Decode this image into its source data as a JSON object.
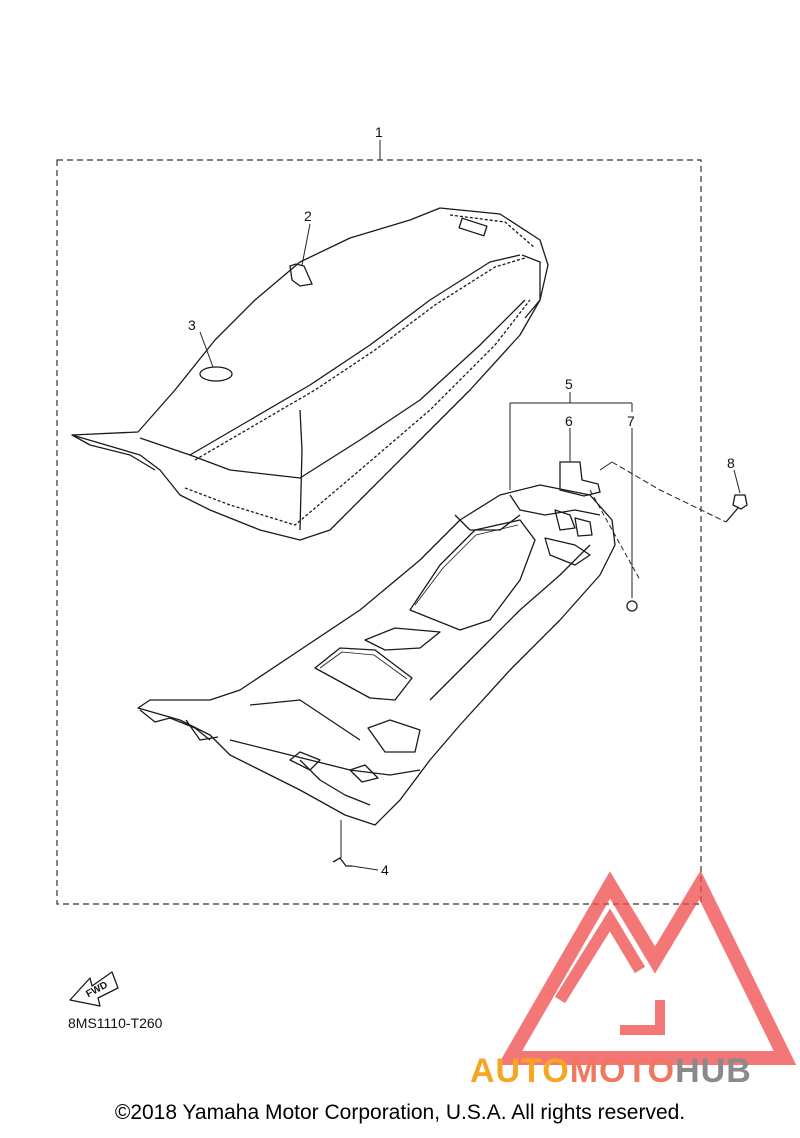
{
  "callouts": {
    "c1": "1",
    "c2": "2",
    "c3": "3",
    "c4": "4",
    "c5": "5",
    "c6": "6",
    "c7": "7",
    "c8": "8"
  },
  "fwd_label": "FWD",
  "diagram_code": "8MS1110-T260",
  "watermark": {
    "part1": "AUTO",
    "part2": "MOTO",
    "part3": "HUB"
  },
  "copyright": "©2018 Yamaha Motor Corporation, U.S.A. All rights reserved.",
  "colors": {
    "line": "#1a1a1a",
    "watermark_red": "#f04a4a",
    "watermark_orange": "#f6a623",
    "watermark_gray": "#8a8a8a"
  }
}
